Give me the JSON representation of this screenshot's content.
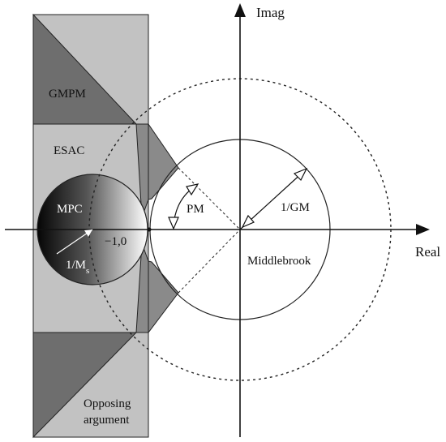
{
  "axes": {
    "x_label": "Real",
    "y_label": "Imag"
  },
  "regions": {
    "gmpm": "GMPM",
    "esac": "ESAC",
    "mpc": "MPC",
    "opposing_line1": "Opposing",
    "opposing_line2": "argument",
    "middlebrook": "Middlebrook"
  },
  "annotations": {
    "critical_point": "−1,0",
    "ms_main": "1/M",
    "ms_sub": "s",
    "pm": "PM",
    "gm": "1/GM"
  },
  "colors": {
    "band_fill": "#c2c2c2",
    "triangle_fill": "#6e6e6e",
    "wedge_fill": "#8a8a8a",
    "line": "#111111"
  }
}
